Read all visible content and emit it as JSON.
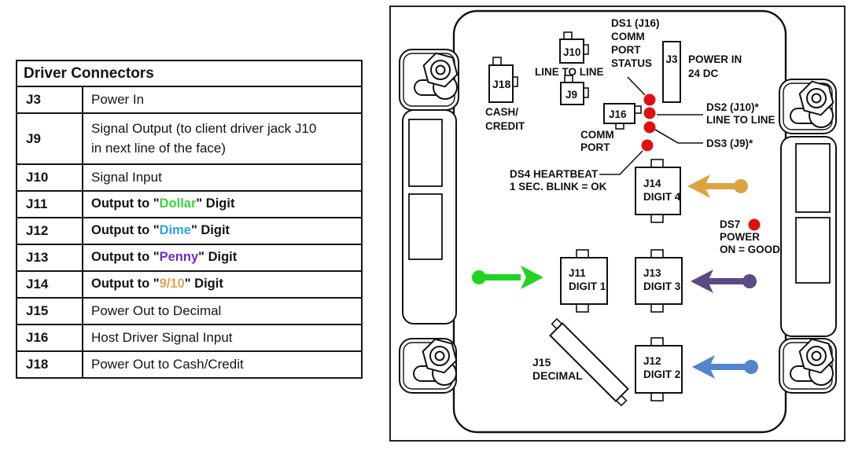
{
  "table": {
    "title": "Driver Connectors",
    "rows": [
      {
        "jack": "J3",
        "pre": "Power In",
        "pre2": "",
        "word": "",
        "post": "",
        "color": ""
      },
      {
        "jack": "J9",
        "pre": "Signal Output (to client driver jack J10",
        "pre2": "in next line of the face)",
        "word": "",
        "post": "",
        "color": ""
      },
      {
        "jack": "J10",
        "pre": "Signal Input",
        "pre2": "",
        "word": "",
        "post": "",
        "color": ""
      },
      {
        "jack": "J11",
        "pre": "Output to \"",
        "pre2": "",
        "word": "Dollar",
        "post": "\" Digit",
        "color": "#3bd43b"
      },
      {
        "jack": "J12",
        "pre": "Output to \"",
        "pre2": "",
        "word": "Dime",
        "post": "\" Digit",
        "color": "#29a3e3"
      },
      {
        "jack": "J13",
        "pre": "Output to \"",
        "pre2": "",
        "word": "Penny",
        "post": "\" Digit",
        "color": "#6a2fc9"
      },
      {
        "jack": "J14",
        "pre": "Output to \"",
        "pre2": "",
        "word": "9/10",
        "post": "\" Digit",
        "color": "#d8a558"
      },
      {
        "jack": "J15",
        "pre": "Power Out to Decimal",
        "pre2": "",
        "word": "",
        "post": "",
        "color": ""
      },
      {
        "jack": "J16",
        "pre": "Host Driver Signal Input",
        "pre2": "",
        "word": "",
        "post": "",
        "color": ""
      },
      {
        "jack": "J18",
        "pre": "Power Out to Cash/Credit",
        "pre2": "",
        "word": "",
        "post": "",
        "color": ""
      }
    ]
  },
  "board": {
    "j18": {
      "id": "J18",
      "line1": "CASH/",
      "line2": "CREDIT"
    },
    "j10": {
      "id": "J10",
      "label": "LINE TO LINE"
    },
    "j9": {
      "id": "J9"
    },
    "j16": {
      "id": "J16",
      "line1": "COMM",
      "line2": "PORT"
    },
    "j3": {
      "id": "J3",
      "line1": "POWER IN",
      "line2": "24 DC"
    },
    "j14": {
      "id": "J14",
      "digit": "DIGIT 4"
    },
    "j11": {
      "id": "J11",
      "digit": "DIGIT 1"
    },
    "j13": {
      "id": "J13",
      "digit": "DIGIT 3"
    },
    "j12": {
      "id": "J12",
      "digit": "DIGIT 2"
    },
    "j15": {
      "id": "J15",
      "label": "DECIMAL"
    },
    "ds1": {
      "line1": "DS1 (J16)",
      "line2": "COMM",
      "line3": "PORT",
      "line4": "STATUS"
    },
    "ds2": {
      "line1": "DS2 (J10)*",
      "line2": "LINE TO LINE"
    },
    "ds3": {
      "line1": "DS3 (J9)*"
    },
    "ds4": {
      "line1": "DS4 HEARTBEAT",
      "line2": "1 SEC. BLINK = OK"
    },
    "ds7": {
      "line1": "DS7",
      "line2": "POWER",
      "line3": "ON = GOOD"
    },
    "colors": {
      "led": "#e01010",
      "arrow_digit4": "#dca343",
      "arrow_digit1": "#22d422",
      "arrow_digit3": "#5a4b82",
      "arrow_digit2": "#5185cc"
    }
  }
}
